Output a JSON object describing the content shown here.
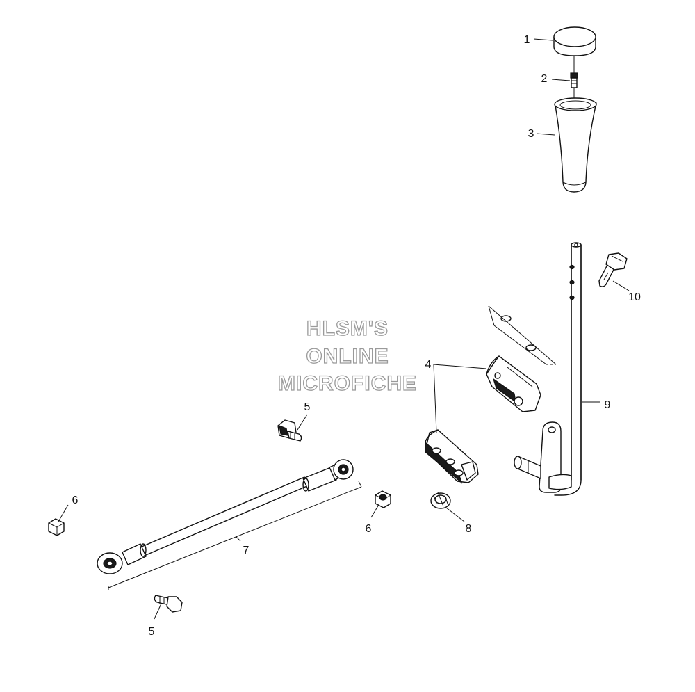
{
  "watermark": {
    "line1": "HLSM'S",
    "line2": "ONLINE",
    "line3": "MICROFICHE"
  },
  "callouts": {
    "c1": "1",
    "c2": "2",
    "c3": "3",
    "c4": "4",
    "c5_upper": "5",
    "c5_lower": "5",
    "c6_left": "6",
    "c6_right": "6",
    "c7": "7",
    "c8": "8",
    "c9": "9",
    "c10": "10"
  },
  "colors": {
    "ink": "#111111",
    "watermark_outline": "#9a9a9a",
    "background": "#ffffff"
  }
}
